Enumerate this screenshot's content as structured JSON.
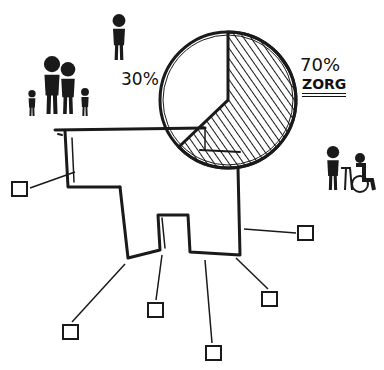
{
  "diagram": {
    "labels": [
      "30%",
      "70%",
      "ZORG"
    ]
  }
}
